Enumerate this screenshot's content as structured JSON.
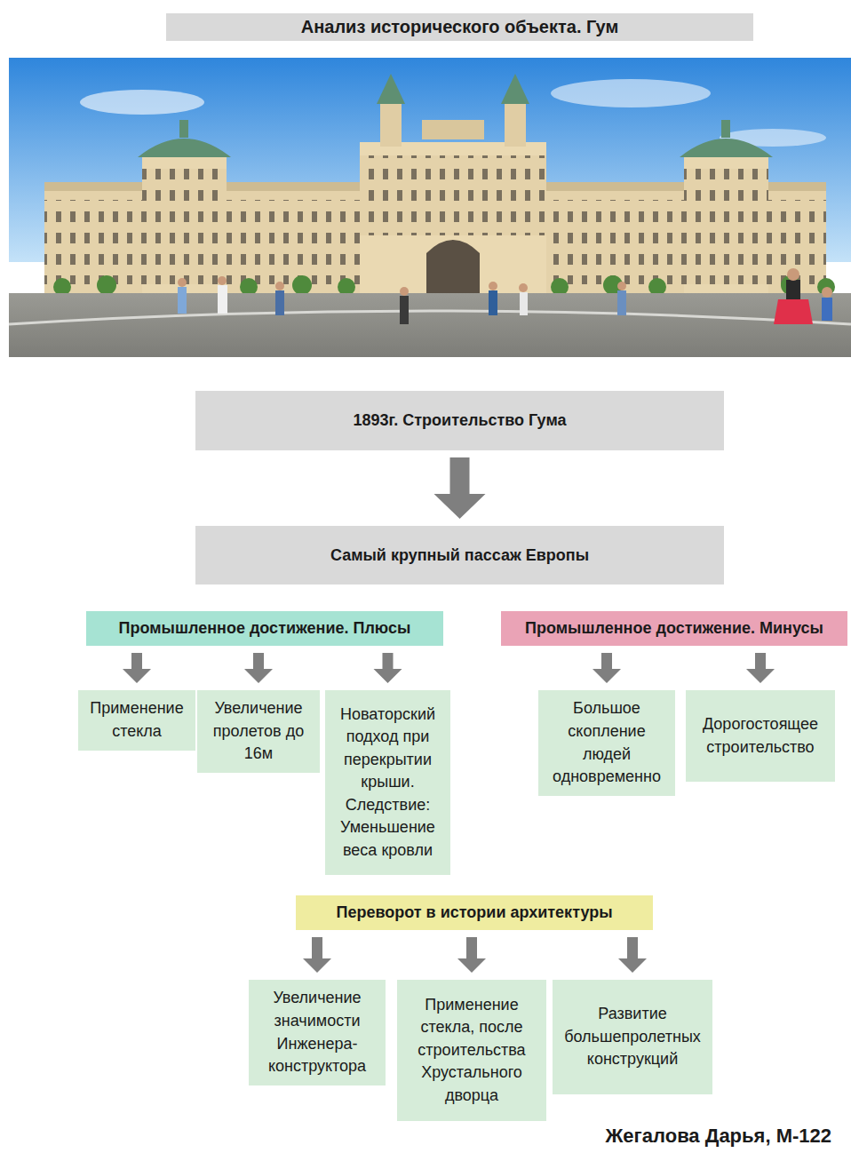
{
  "diagram": {
    "title": "Анализ исторического объекта. Гум",
    "caption": "Жегалова Дарья, М-122",
    "nodes": [
      {
        "text": [
          "1893г. Строительство Гума"
        ]
      },
      {
        "text": [
          "Самый крупный пассаж Европы"
        ]
      },
      {
        "text": [
          "Промышленное достижение. Плюсы"
        ]
      },
      {
        "text": [
          "Промышленное достижение. Минусы"
        ]
      },
      {
        "text": [
          "Применение стекла"
        ]
      },
      {
        "text": [
          "Увеличение пролетов до 16м"
        ]
      },
      {
        "text": [
          "Новаторский подход при перекрытии крыши. Следствие: Уменьшение веса кровли"
        ]
      },
      {
        "text": [
          "Большое скопление людей одновременно"
        ]
      },
      {
        "text": [
          "Дорогостоящее строительство"
        ]
      },
      {
        "text": [
          "Переворот в истории архитектуры"
        ]
      },
      {
        "text": [
          "Увеличение значимости Инженера-конструктора"
        ]
      },
      {
        "text": [
          "Применение стекла, после строительства Хрустального дворца"
        ]
      },
      {
        "text": [
          "Развитие большепролетных конструкций"
        ]
      }
    ],
    "edges": [
      {
        "from": 0,
        "to": 1,
        "arrow": "to"
      },
      {
        "from": 2,
        "to": 4,
        "arrow": "to"
      },
      {
        "from": 2,
        "to": 5,
        "arrow": "to"
      },
      {
        "from": 2,
        "to": 6,
        "arrow": "to"
      },
      {
        "from": 3,
        "to": 7,
        "arrow": "to"
      },
      {
        "from": 3,
        "to": 8,
        "arrow": "to"
      },
      {
        "from": 9,
        "to": 10,
        "arrow": "to"
      },
      {
        "from": 9,
        "to": 11,
        "arrow": "to"
      },
      {
        "from": 9,
        "to": 12,
        "arrow": "to"
      }
    ]
  }
}
